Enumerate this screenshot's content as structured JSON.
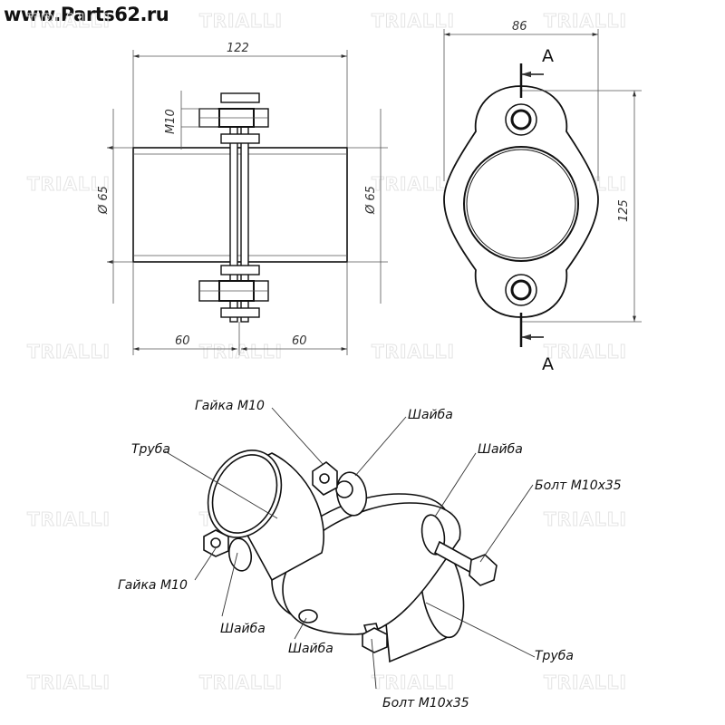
{
  "site": "www.Parts62.ru",
  "watermark": "TRIALLI",
  "drawing": {
    "overall_length": "122",
    "diameter_left": "Ø 65",
    "diameter_right": "Ø 65",
    "bolt_thread": "M10",
    "left_length": "60",
    "right_length": "60",
    "flange_width": "86",
    "flange_height": "125",
    "section_mark": "A"
  },
  "callouts": {
    "nut_top": "Гайка М10",
    "washer_top": "Шайба",
    "pipe_left": "Труба",
    "washer_right": "Шайба",
    "bolt_right": "Болт М10х35",
    "nut_left": "Гайка М10",
    "washer_left": "Шайба",
    "washer_bottom": "Шайба",
    "pipe_right": "Труба",
    "bolt_bottom": "Болт М10х35"
  }
}
